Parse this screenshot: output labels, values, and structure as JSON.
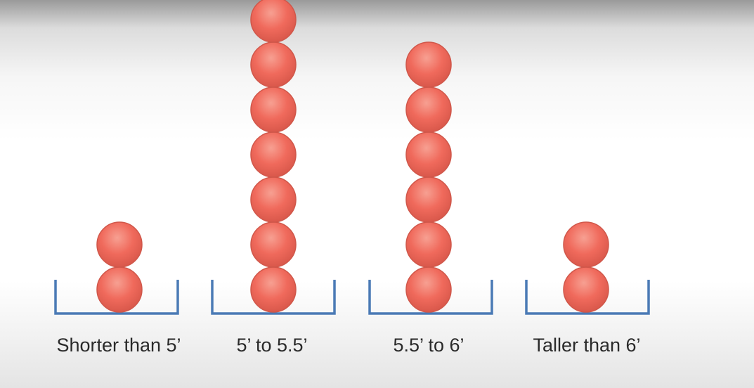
{
  "chart_data": {
    "type": "bar",
    "style": "stacked-circle dot plot in bins",
    "categories": [
      "Shorter than 5’",
      "5’ to 5.5’",
      "5.5’ to 6’",
      "Taller than 6’"
    ],
    "values": [
      2,
      7,
      6,
      2
    ],
    "title": "",
    "xlabel": "",
    "ylabel": "",
    "grid": false,
    "colors": {
      "ball": "#f06a5c",
      "ball_highlight": "#f79a8c",
      "ball_shadow": "#d44f42",
      "bin": "#4a7ab5",
      "text": "#2a2a2a"
    }
  }
}
